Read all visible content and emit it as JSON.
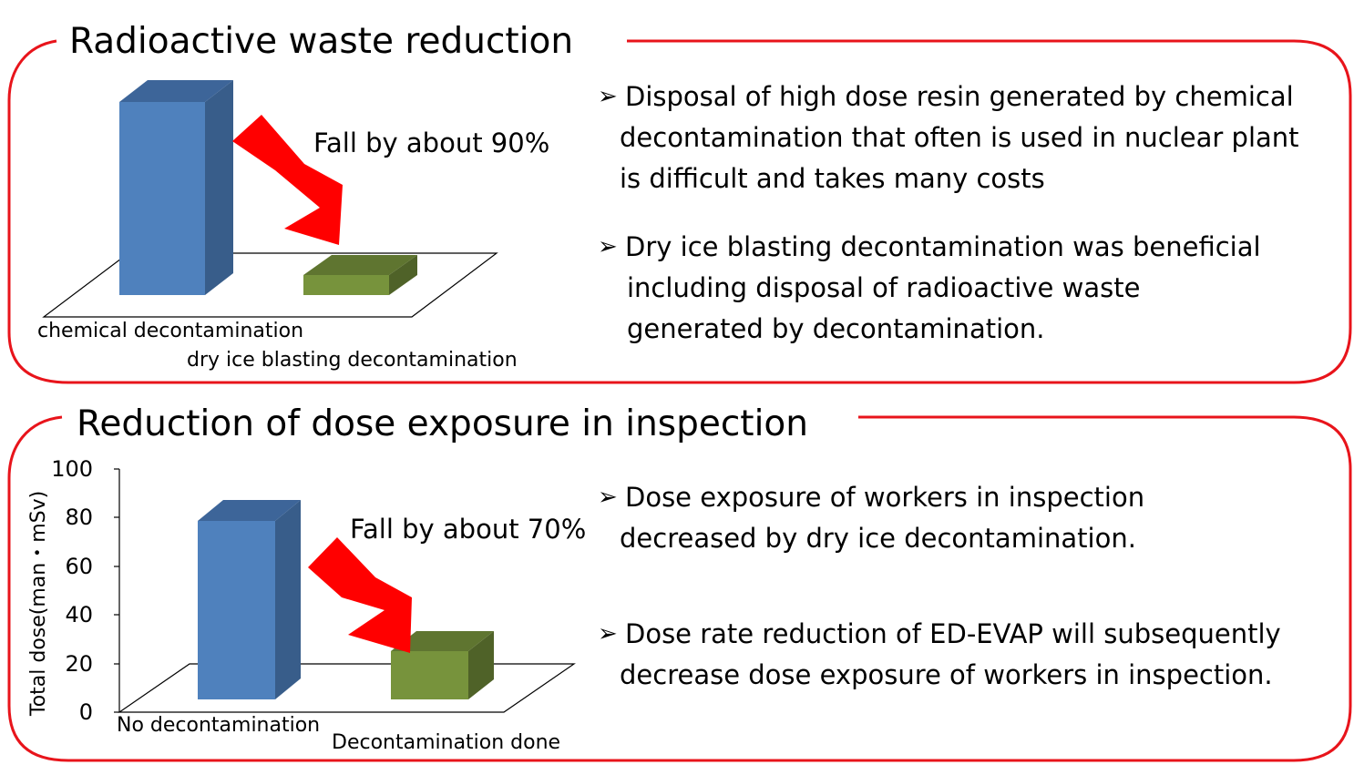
{
  "colors": {
    "frame": "#e8141b",
    "arrow": "#ff0000",
    "bar_blue_front": "#4f81bd",
    "bar_blue_side": "#385d8a",
    "bar_blue_top": "#3d6599",
    "bar_green_front": "#77933c",
    "bar_green_side": "#4f6228",
    "bar_green_top": "#5f7530"
  },
  "panel1": {
    "title": "Radioactive waste reduction",
    "annotation": "Fall by about 90%",
    "bullets": [
      {
        "marker": "➢",
        "lines": [
          "Disposal of high dose resin generated by chemical",
          "decontamination that often is used in nuclear plant",
          "is difficult and takes many costs"
        ]
      },
      {
        "marker": "➢",
        "lines": [
          "Dry ice blasting decontamination was beneficial",
          "including disposal of radioactive waste",
          "generated by decontamination."
        ]
      }
    ]
  },
  "panel2": {
    "title": "Reduction of dose exposure in inspection",
    "annotation": "Fall by about 70%",
    "bullets": [
      {
        "marker": "➢",
        "lines": [
          "Dose exposure of workers in inspection",
          "decreased by dry ice decontamination."
        ]
      },
      {
        "marker": "➢",
        "lines": [
          "Dose rate reduction of ED-EVAP will subsequently",
          "decrease dose exposure of workers in inspection."
        ]
      }
    ]
  },
  "chart_data": [
    {
      "type": "bar",
      "title": "",
      "categories": [
        "chemical decontamination",
        "dry ice blasting decontamination"
      ],
      "values": [
        100,
        10
      ],
      "xlabel": "",
      "ylabel": "",
      "ylim": [
        0,
        100
      ],
      "grid": false,
      "annotation": "Fall by about 90%"
    },
    {
      "type": "bar",
      "title": "",
      "categories": [
        "No decontamination",
        "Decontamination done"
      ],
      "values": [
        75,
        22
      ],
      "xlabel": "",
      "ylabel": "Total dose(man・mSv)",
      "ylim": [
        0,
        100
      ],
      "yticks": [
        "0",
        "20",
        "40",
        "60",
        "80",
        "100"
      ],
      "grid": false,
      "annotation": "Fall by about 70%"
    }
  ]
}
